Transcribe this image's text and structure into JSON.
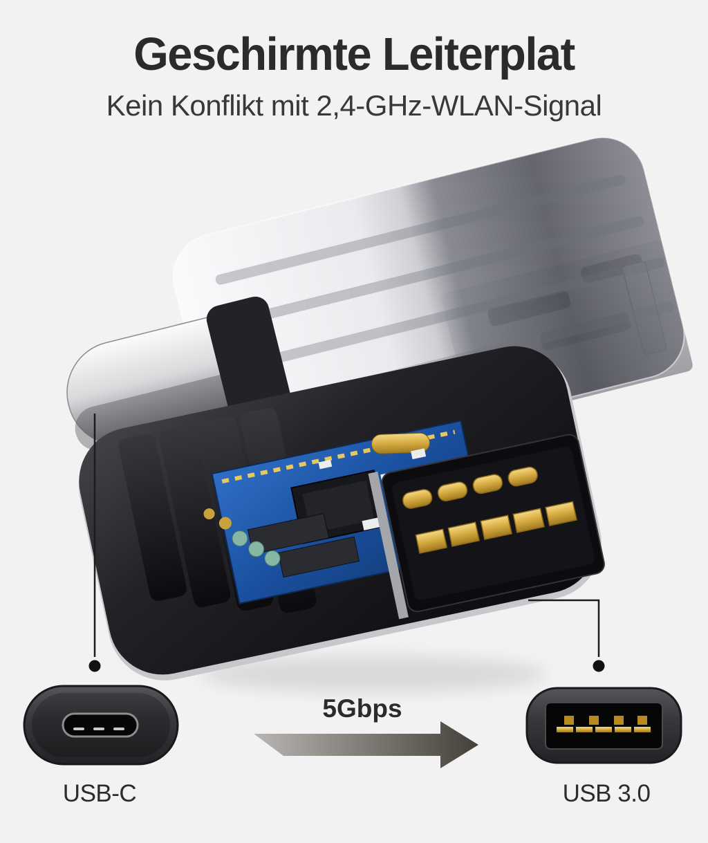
{
  "header": {
    "title": "Geschirmte Leiterplat",
    "subtitle": "Kein Konflikt mit 2,4-GHz-WLAN-Signal"
  },
  "diagram": {
    "speed_label": "5Gbps",
    "left_connector_label": "USB-C",
    "right_connector_label": "USB 3.0"
  },
  "icons": {
    "speed_arrow": "right-arrow",
    "left_connector": "usb-c-port-front",
    "right_connector": "usb-a-port-front"
  },
  "colors": {
    "background": "#f2f2f2",
    "heading_text": "#2b2b2b",
    "body_black": "#141417",
    "metal_silver": "#c7c8cc",
    "pcb_blue": "#1a4f9e",
    "contact_gold": "#d9ae45",
    "arrow_dark": "#444039"
  }
}
